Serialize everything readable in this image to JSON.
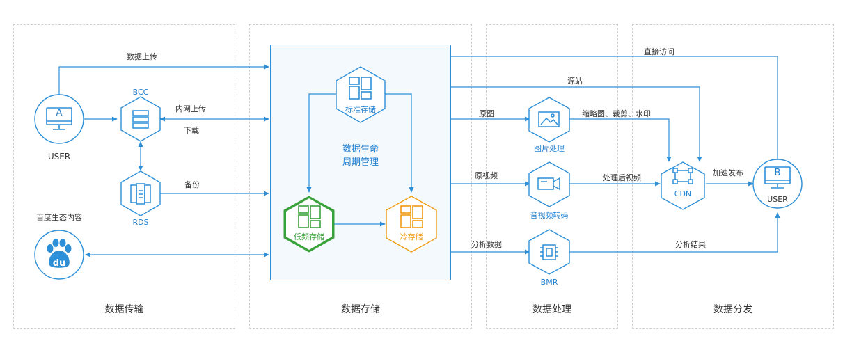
{
  "panels": {
    "transfer": "数据传输",
    "storage": "数据存储",
    "processing": "数据处理",
    "distribution": "数据分发"
  },
  "nodes": {
    "user_a": {
      "letter": "A",
      "label": "USER"
    },
    "bcc": "BCC",
    "rds": "RDS",
    "baidu_label": "百度生态内容",
    "baidu_text": "du",
    "standard": "标准存储",
    "low_freq": "低频存储",
    "cold": "冷存储",
    "lifecycle": [
      "数据生命",
      "周期管理"
    ],
    "image_proc": "图片处理",
    "video": "音视频转码",
    "bmr": "BMR",
    "cdn": "CDN",
    "user_b": {
      "letter": "B",
      "label": "USER"
    }
  },
  "edges": {
    "data_upload": "数据上传",
    "intranet_upload": "内网上传",
    "download": "下载",
    "backup": "备份",
    "direct_access": "直接访问",
    "origin": "源站",
    "original_image": "原图",
    "image_ops": "缩略图、裁剪、水印",
    "original_video": "原视频",
    "processed_video": "处理后视频",
    "accelerate": "加速发布",
    "analysis_data": "分析数据",
    "analysis_result": "分析结果"
  },
  "colors": {
    "blue": "#2d8fd8",
    "green": "#3aa23a",
    "orange": "#f29a0e",
    "border": "#cfcfcf"
  }
}
